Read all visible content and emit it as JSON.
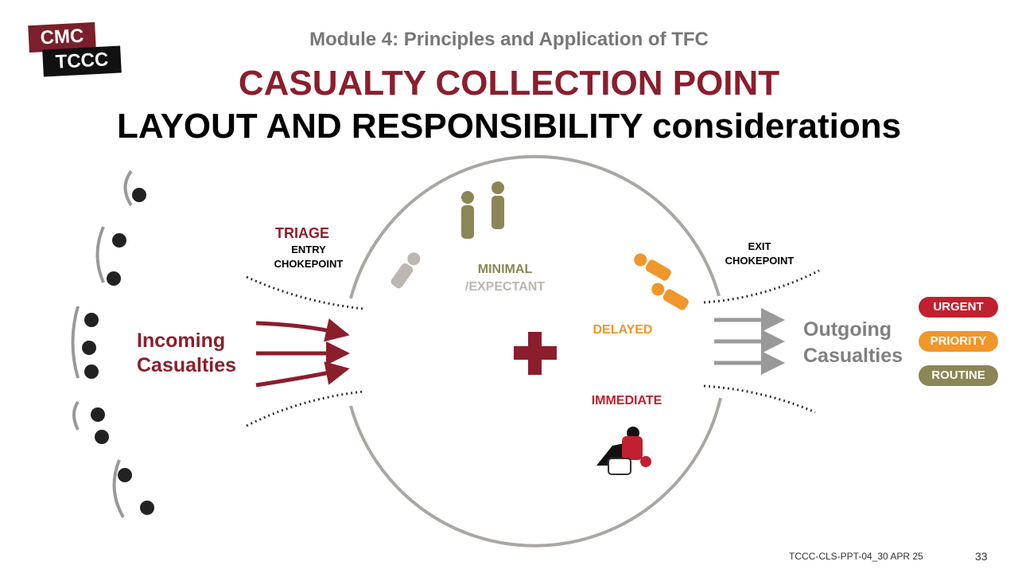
{
  "logo": {
    "line1": "CMC",
    "line2": "TCCC"
  },
  "header": {
    "module": "Module 4: Principles and Application of TFC",
    "title_line1": "CASUALTY COLLECTION POINT",
    "title_line2": "LAYOUT AND RESPONSIBILITY considerations"
  },
  "diagram": {
    "triage": "TRIAGE",
    "entry": "ENTRY",
    "entry_chokepoint": "CHOKEPOINT",
    "exit": "EXIT",
    "exit_chokepoint": "CHOKEPOINT",
    "incoming_1": "Incoming",
    "incoming_2": "Casualties",
    "outgoing_1": "Outgoing",
    "outgoing_2": "Casualties",
    "minimal": "MINIMAL",
    "expectant": "/EXPECTANT",
    "delayed": "DELAYED",
    "immediate": "IMMEDIATE"
  },
  "priorities": [
    {
      "label": "URGENT",
      "color": "#c0202f"
    },
    {
      "label": "PRIORITY",
      "color": "#f0962a"
    },
    {
      "label": "ROUTINE",
      "color": "#8c8555"
    }
  ],
  "footer": {
    "code": "TCCC-CLS-PPT-04_30 APR 25",
    "page": "33"
  }
}
